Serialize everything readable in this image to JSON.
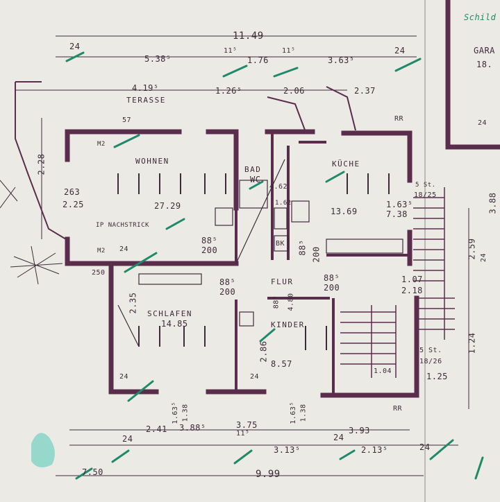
{
  "header": {
    "corner_note": "Schild",
    "garage_label": "GARA",
    "garage_dim": "18."
  },
  "overall": {
    "top_width": "11.49",
    "bottom_width": "9.99",
    "bottom_left": "7.50"
  },
  "top_dims": {
    "d24a": "24",
    "d538": "5.38⁵",
    "d11a": "11⁵",
    "d176": "1.76",
    "d11b": "11⁵",
    "d363": "3.63⁵",
    "d24b": "24"
  },
  "terrace": {
    "label": "TERASSE",
    "d419": "4.19⁵",
    "d126": "1.26⁵",
    "d206": "2.06",
    "d237": "2.37"
  },
  "rooms": {
    "wohnen": {
      "name": "WOHNEN",
      "area": "27.29",
      "note": "IP NACHSTRICK"
    },
    "bad": {
      "name": "BAD",
      "sub": "WC",
      "area": "4.62"
    },
    "kueche": {
      "name": "KÜCHE",
      "area": "13.69",
      "w1": "1.63⁵",
      "w2": "7.38"
    },
    "flur": {
      "name": "FLUR",
      "w1": "88⁵",
      "w2": "200"
    },
    "schlafen": {
      "name": "SCHLAFEN",
      "area": "14.85"
    },
    "kinder": {
      "name": "KINDER",
      "area": "8.57"
    },
    "bk": {
      "name": "BK",
      "area": "1.62"
    }
  },
  "misc_dims": {
    "d263": "263",
    "d225": "2.25",
    "d228": "2.28",
    "d88a": "88⁵",
    "d200a": "200",
    "d885b": "88⁵",
    "d200b": "200",
    "d107": "1.07",
    "d218": "2.18",
    "d104": "1.04",
    "d125": "1.25",
    "d235": "2.35",
    "d88c": "88⁵",
    "d200c": "200",
    "d885": "88⁵",
    "d480": "4.80",
    "d388": "3.88⁵",
    "d375": "3.75",
    "d115": "11⁵",
    "d313": "3.13⁵",
    "d241": "2.41",
    "d24c": "24",
    "d393": "3.93",
    "d24d": "24",
    "d213": "2.13⁵",
    "d24e": "24",
    "d163": "1.63⁵",
    "d138": "1.38",
    "d163b": "1.63⁵",
    "d138b": "1.38",
    "d250": "250",
    "d57": "57",
    "m2a": "M2",
    "m2b": "M2",
    "d24f": "24",
    "d24g": "24",
    "d286": "2.86",
    "d24h": "24",
    "d24i": "24",
    "rr": "RR",
    "rr2": "RR"
  },
  "stairs": {
    "upper": "5 St.",
    "upper_ratio": "18/25",
    "lower": "5 St.",
    "lower_ratio": "18/26"
  },
  "right_dims": {
    "d259": "2.59",
    "d124": "1.24",
    "d388v": "3.88",
    "d24r": "24"
  },
  "colors": {
    "paper": "#eceae4",
    "ink": "#3e2a3a",
    "wall": "#5a2d4c",
    "marker": "#1f8a6a",
    "stain": "#52c8b8"
  }
}
